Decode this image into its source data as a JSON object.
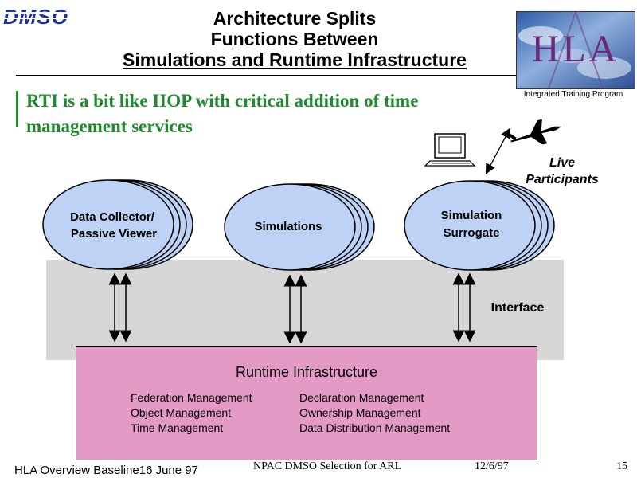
{
  "header": {
    "logo_text": "DMSO",
    "title_lines": [
      "Architecture Splits",
      "Functions Between",
      "Simulations and Runtime Infrastructure"
    ],
    "hla_logo_text": "HLA",
    "hla_caption": "Integrated Training Program"
  },
  "bullet": {
    "lines": [
      "RTI is a bit like IIOP with critical addition of time",
      "management services"
    ]
  },
  "diagram": {
    "bubbles": [
      {
        "lines": [
          "Data Collector/",
          "Passive Viewer"
        ]
      },
      {
        "lines": [
          "Simulations"
        ]
      },
      {
        "lines": [
          "Simulation",
          "Surrogate"
        ]
      }
    ],
    "live_participants": [
      "Live",
      "Participants"
    ],
    "interface_label": "Interface",
    "rti": {
      "title": "Runtime Infrastructure",
      "left_services": [
        "Federation Management",
        "Object Management",
        "Time Management"
      ],
      "right_services": [
        "Declaration Management",
        "Ownership Management",
        "Data Distribution Management"
      ]
    }
  },
  "footer": {
    "left": "HLA Overview Baseline16 June 97",
    "center": "NPAC DMSO Selection for ARL",
    "date": "12/6/97",
    "page": "15"
  },
  "colors": {
    "bubble_fill": "#bdd2f4",
    "interface_band": "#d6d6d6",
    "rti_fill": "#e39bc6",
    "bullet_green": "#1f8a2e",
    "logo_blue": "#1a2f9c"
  },
  "icons": [
    "dmso-logo-icon",
    "hla-logo-icon",
    "computer-icon",
    "jet-icon",
    "double-arrow-icon"
  ]
}
